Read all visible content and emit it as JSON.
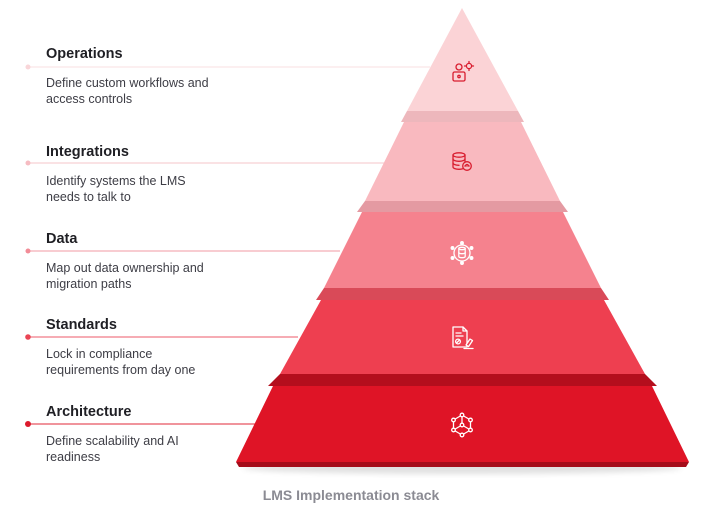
{
  "layers": [
    {
      "title": "Operations",
      "desc": "Define custom workflows and\naccess controls",
      "icon": "user-settings-icon",
      "color": "#fbd3d6"
    },
    {
      "title": "Integrations",
      "desc": "Identify systems the LMS\nneeds to talk to",
      "icon": "database-link-icon",
      "color": "#f9b9bf"
    },
    {
      "title": "Data",
      "desc": "Map out data ownership and\nmigration paths",
      "icon": "data-network-icon",
      "color": "#f5828e"
    },
    {
      "title": "Standards",
      "desc": "Lock in compliance\nrequirements from day one",
      "icon": "compliance-document-icon",
      "color": "#ee3f50"
    },
    {
      "title": "Architecture",
      "desc": "Define scalability and AI\nreadiness",
      "icon": "architecture-nodes-icon",
      "color": "#df1426"
    }
  ],
  "caption": "LMS Implementation stack"
}
